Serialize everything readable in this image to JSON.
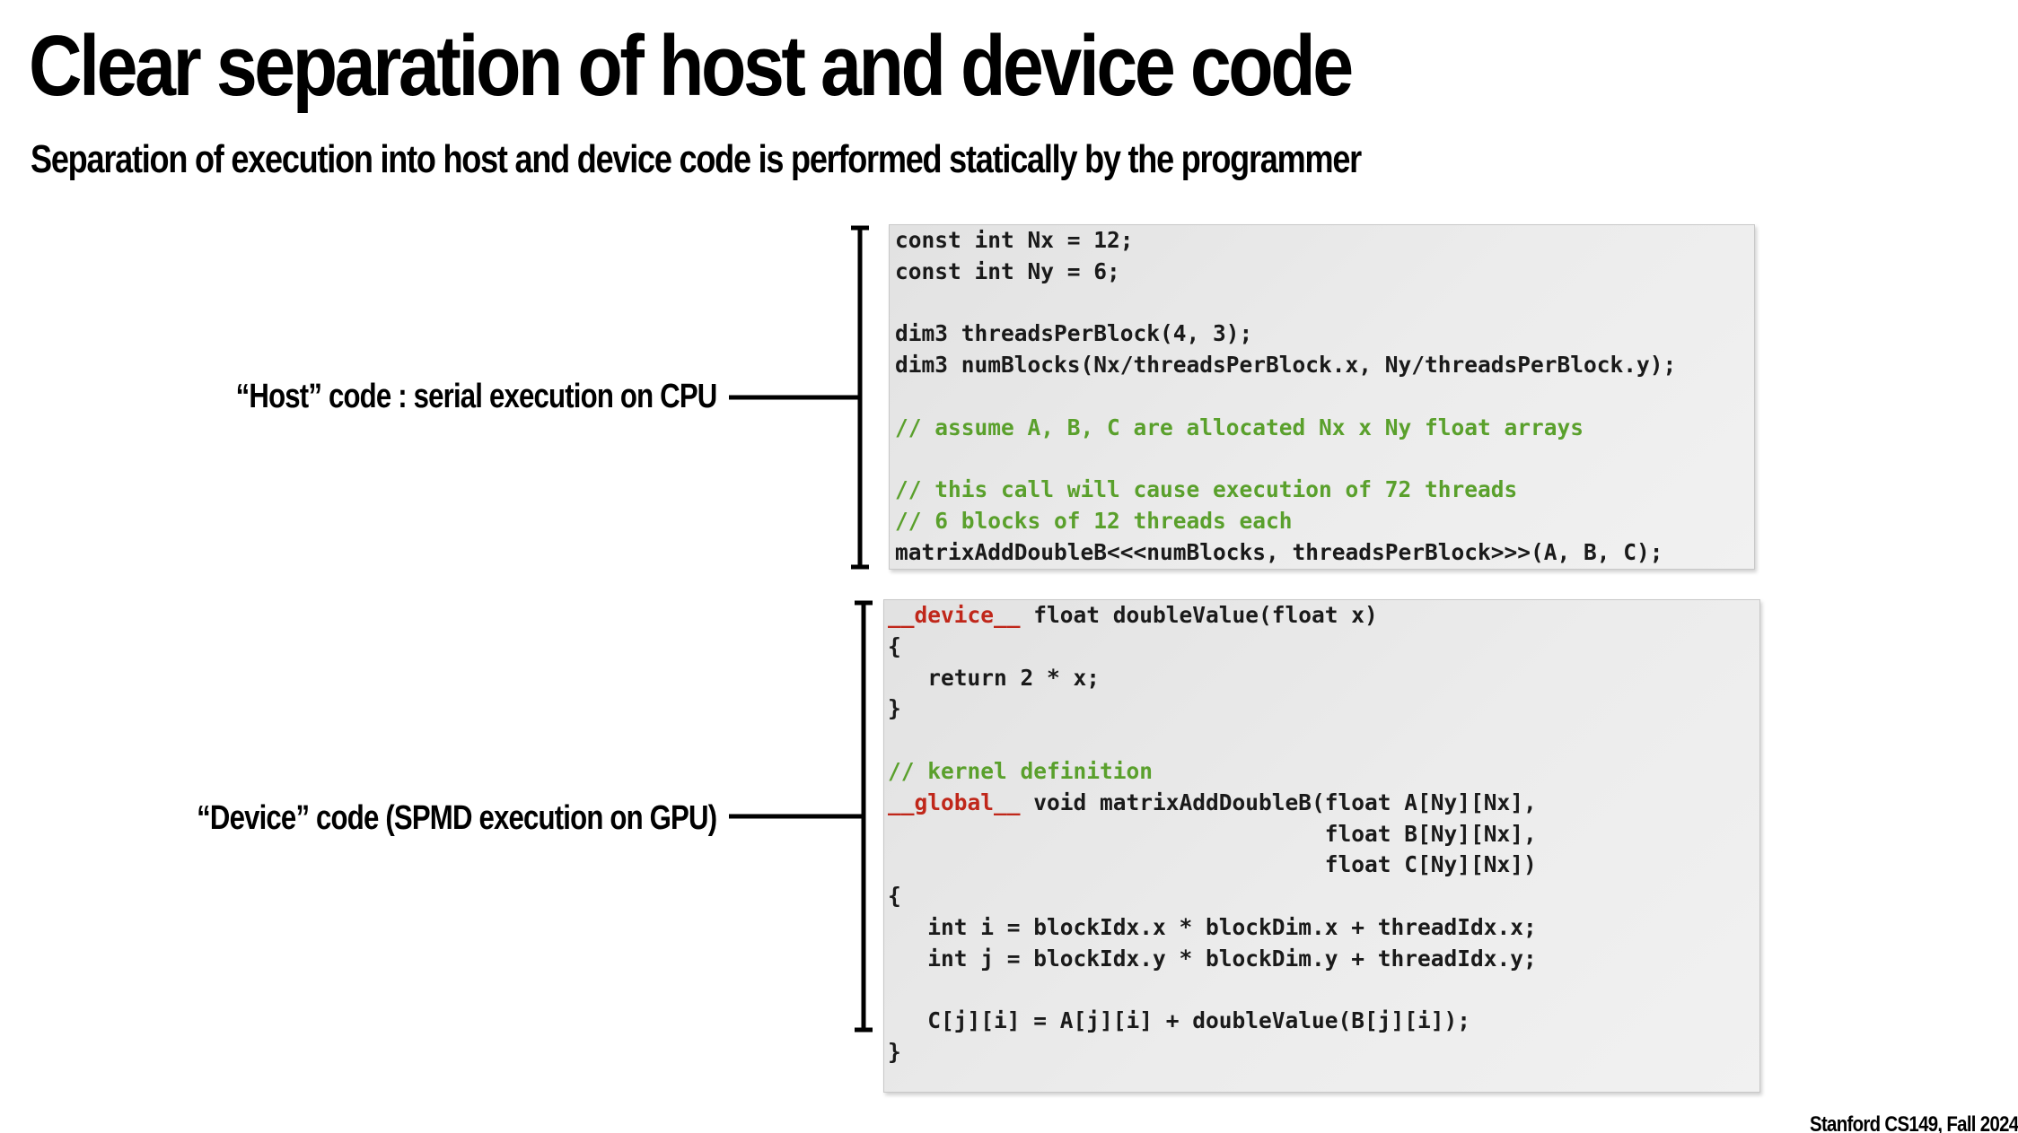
{
  "slide": {
    "title": "Clear separation of host and device code",
    "subtitle": "Separation of execution into host and device code is performed statically by the programmer",
    "footer": "Stanford CS149, Fall 2024"
  },
  "labels": {
    "host": "“Host” code : serial execution on CPU",
    "device": "“Device” code (SPMD execution on GPU)"
  },
  "colors": {
    "comment": "#5aa02c",
    "keyword": "#c0271a",
    "code_background": "#e9e9e9"
  },
  "host_code": {
    "lines": [
      "const int Nx = 12;",
      "const int Ny = 6;",
      "",
      "dim3 threadsPerBlock(4, 3);",
      "dim3 numBlocks(Nx/threadsPerBlock.x, Ny/threadsPerBlock.y);",
      "",
      "// assume A, B, C are allocated Nx x Ny float arrays",
      "",
      "// this call will cause execution of 72 threads",
      "// 6 blocks of 12 threads each",
      "matrixAddDoubleB<<<numBlocks, threadsPerBlock>>>(A, B, C);"
    ]
  },
  "device_code": {
    "kw_device": "__device__",
    "line0_rest": " float doubleValue(float x)",
    "line1": "{",
    "line2": "   return 2 * x;",
    "line3": "}",
    "line4": "",
    "line5": "// kernel definition",
    "kw_global": "__global__",
    "line6_rest": " void matrixAddDoubleB(float A[Ny][Nx],",
    "line7": "                                 float B[Ny][Nx],",
    "line8": "                                 float C[Ny][Nx])",
    "line9": "{",
    "line10": "   int i = blockIdx.x * blockDim.x + threadIdx.x;",
    "line11": "   int j = blockIdx.y * blockDim.y + threadIdx.y;",
    "line12": "",
    "line13": "   C[j][i] = A[j][i] + doubleValue(B[j][i]);",
    "line14": "}"
  }
}
